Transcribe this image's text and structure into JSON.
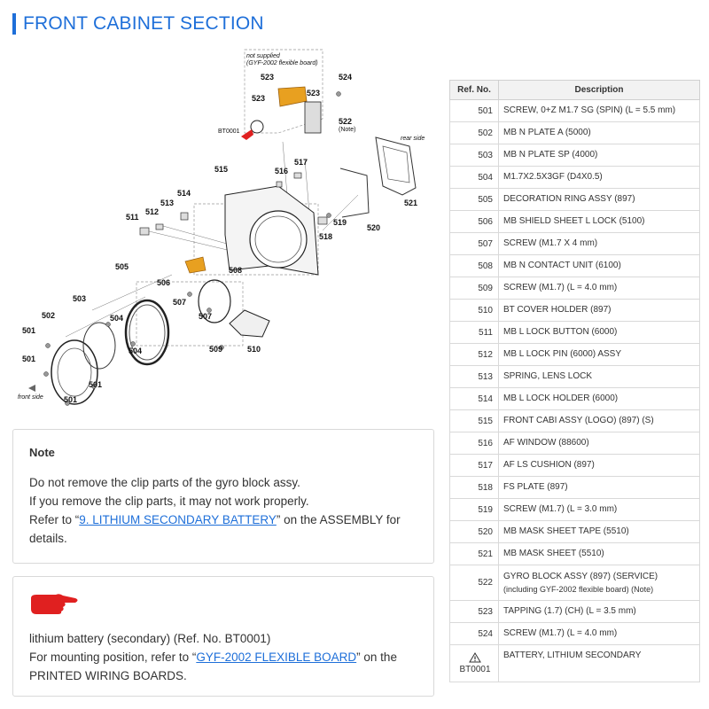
{
  "page": {
    "title": "FRONT CABINET SECTION"
  },
  "diagram": {
    "not_supplied_line1": "not supplied",
    "not_supplied_line2": "(GYF-2002 flexible board)",
    "note_tag": "(Note)",
    "rear_side": "rear side",
    "front_side": "front side",
    "battery_ref": "BT0001",
    "labels": {
      "l501a": "501",
      "l501b": "501",
      "l501c": "501",
      "l501d": "501",
      "l502": "502",
      "l503": "503",
      "l504a": "504",
      "l504b": "504",
      "l505": "505",
      "l506": "506",
      "l507a": "507",
      "l507b": "507",
      "l508": "508",
      "l509": "509",
      "l510": "510",
      "l511": "511",
      "l512": "512",
      "l513": "513",
      "l514": "514",
      "l515": "515",
      "l516": "516",
      "l517": "517",
      "l518": "518",
      "l519": "519",
      "l520": "520",
      "l521": "521",
      "l522": "522",
      "l523a": "523",
      "l523b": "523",
      "l523c": "523",
      "l524": "524"
    }
  },
  "note": {
    "title": "Note",
    "line1": "Do not remove the clip parts of the gyro block assy.",
    "line2": "If you remove the clip parts, it may not work properly.",
    "line3_before": "Refer to “",
    "line3_link": "9. LITHIUM SECONDARY BATTERY",
    "line3_after": "” on the ASSEMBLY for",
    "line4": "details."
  },
  "note2": {
    "line1": "lithium battery (secondary) (Ref. No. BT0001)",
    "line2_before": "For mounting position, refer to “",
    "line2_link": "GYF-2002 FLEXIBLE BOARD",
    "line2_after": "” on the",
    "line3": "PRINTED WIRING BOARDS."
  },
  "table": {
    "headers": {
      "ref": "Ref. No.",
      "desc": "Description"
    },
    "rows": [
      {
        "ref": "501",
        "desc": "SCREW, 0+Z M1.7 SG (SPIN) (L = 5.5 mm)"
      },
      {
        "ref": "502",
        "desc": "MB N PLATE A (5000)"
      },
      {
        "ref": "503",
        "desc": "MB N PLATE SP (4000)"
      },
      {
        "ref": "504",
        "desc": "M1.7X2.5X3GF (D4X0.5)"
      },
      {
        "ref": "505",
        "desc": "DECORATION RING ASSY (897)"
      },
      {
        "ref": "506",
        "desc": "MB SHIELD SHEET L LOCK (5100)"
      },
      {
        "ref": "507",
        "desc": "SCREW (M1.7 X 4 mm)"
      },
      {
        "ref": "508",
        "desc": "MB N CONTACT UNIT (6100)"
      },
      {
        "ref": "509",
        "desc": "SCREW (M1.7) (L = 4.0 mm)"
      },
      {
        "ref": "510",
        "desc": "BT COVER HOLDER (897)"
      },
      {
        "ref": "511",
        "desc": "MB L LOCK BUTTON (6000)"
      },
      {
        "ref": "512",
        "desc": "MB L LOCK PIN (6000) ASSY"
      },
      {
        "ref": "513",
        "desc": "SPRING, LENS LOCK"
      },
      {
        "ref": "514",
        "desc": "MB L LOCK HOLDER (6000)"
      },
      {
        "ref": "515",
        "desc": "FRONT CABI ASSY (LOGO) (897) (S)"
      },
      {
        "ref": "516",
        "desc": "AF WINDOW (88600)"
      },
      {
        "ref": "517",
        "desc": "AF LS CUSHION (897)"
      },
      {
        "ref": "518",
        "desc": "FS PLATE (897)"
      },
      {
        "ref": "519",
        "desc": "SCREW (M1.7) (L = 3.0 mm)"
      },
      {
        "ref": "520",
        "desc": "MB MASK SHEET TAPE (5510)"
      },
      {
        "ref": "521",
        "desc": "MB MASK SHEET (5510)"
      }
    ],
    "row522": {
      "ref": "522",
      "desc1": "GYRO BLOCK ASSY (897) (SERVICE)",
      "desc2": "(including GYF-2002 flexible board) (Note)"
    },
    "row523": {
      "ref": "523",
      "desc": "TAPPING (1.7) (CH) (L = 3.5 mm)"
    },
    "row524": {
      "ref": "524",
      "desc": "SCREW (M1.7) (L = 4.0 mm)"
    },
    "rowBT": {
      "ref": "BT0001",
      "desc": "BATTERY, LITHIUM SECONDARY"
    }
  },
  "colors": {
    "accent": "#1e6fd9",
    "orange": "#e8a020",
    "red": "#e02020"
  },
  "icons": {
    "warning": "warning-triangle-icon",
    "pointer": "pointing-hand-icon"
  }
}
